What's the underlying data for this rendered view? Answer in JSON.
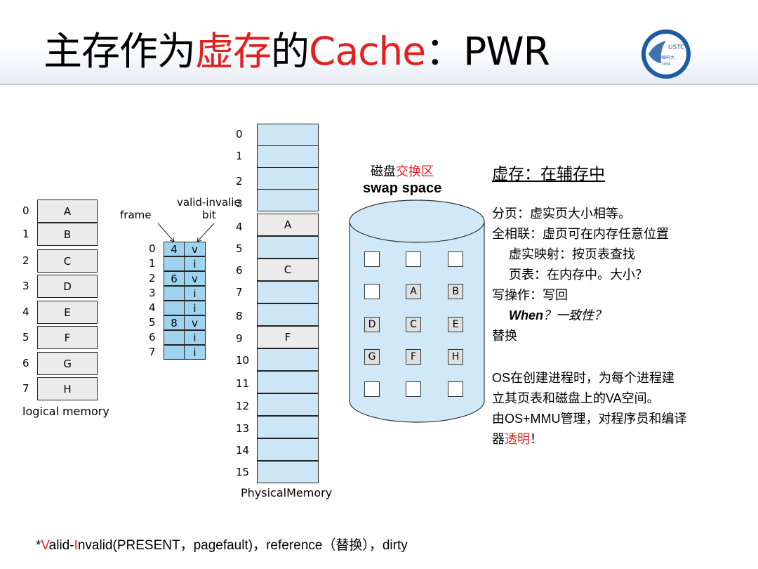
{
  "title": {
    "part1": "主存作为",
    "part2": "虚存",
    "part3": "的",
    "part4": "Cache",
    "part5": "：PWR"
  },
  "logo": {
    "text": "USTC",
    "subtext": "中国科大",
    "year": "1958"
  },
  "logical_memory": {
    "caption": "logical memory",
    "indices": [
      "0",
      "1",
      "2",
      "3",
      "4",
      "5",
      "6",
      "7"
    ],
    "pages": [
      "A",
      "B",
      "C",
      "D",
      "E",
      "F",
      "G",
      "H"
    ]
  },
  "page_table": {
    "frame_label": "frame",
    "valid_label": "valid-invalie",
    "bit_label": "bit",
    "indices": [
      "0",
      "1",
      "2",
      "3",
      "4",
      "5",
      "6",
      "7"
    ],
    "frames": [
      "4",
      "",
      "6",
      "",
      "",
      "8",
      "",
      ""
    ],
    "bits": [
      "v",
      "i",
      "v",
      "i",
      "i",
      "v",
      "i",
      "i"
    ]
  },
  "physical_memory": {
    "caption": "PhysicalMemory",
    "indices": [
      "0",
      "1",
      "2",
      "3",
      "4",
      "5",
      "6",
      "7",
      "8",
      "9",
      "10",
      "11",
      "12",
      "13",
      "14",
      "15"
    ],
    "cells": [
      "",
      "",
      "",
      "",
      "A",
      "",
      "C",
      "",
      "",
      "F",
      "",
      "",
      "",
      "",
      "",
      ""
    ]
  },
  "swap": {
    "label_cn_prefix": "磁盘",
    "label_cn_red": "交换区",
    "label_en": "swap space",
    "rows": [
      [
        "",
        "",
        ""
      ],
      [
        "",
        "A",
        "B"
      ],
      [
        "D",
        "C",
        "E"
      ],
      [
        "G",
        "F",
        "H"
      ],
      [
        "",
        "",
        ""
      ]
    ]
  },
  "notes": {
    "heading": "虚存：在辅存中",
    "line1": "分页：虚实页大小相等。",
    "line2": "全相联：虚页可在内存任意位置",
    "line3": "虚实映射：按页表查找",
    "line4": "页表：在内存中。大小？",
    "line5": "写操作：写回",
    "line6_en": "When",
    "line6_cn": "？一致性？",
    "line7": "替换",
    "p2_line1": "OS在创建进程时，为每个进程建",
    "p2_line2": "立其页表和磁盘上的VA空间。",
    "p2_line3": "由OS+MMU管理，对程序员和编译",
    "p2_line4a": "器",
    "p2_line4b": "透明",
    "p2_line4c": "！"
  },
  "footnote": {
    "star": "*",
    "v": "V",
    "alid": "alid-",
    "i": "I",
    "rest": "nvalid(PRESENT，pagefault)，reference（替换），dirty"
  }
}
